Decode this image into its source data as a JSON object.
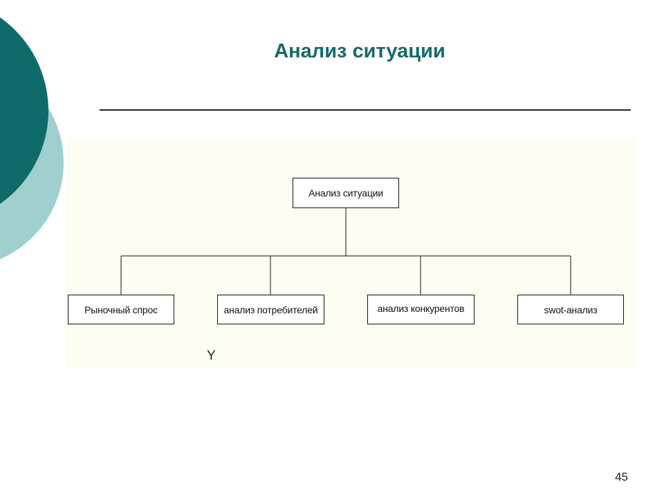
{
  "slide": {
    "title": "Анализ ситуации",
    "page_number": "45"
  },
  "diagram": {
    "root": {
      "label": "Анализ ситуации"
    },
    "children": [
      {
        "label": "Рыночный спрос"
      },
      {
        "label": "анализ потребителей"
      },
      {
        "label": "анализ конкурентов"
      },
      {
        "label": "swot-анализ"
      }
    ],
    "stray_mark": "Y"
  },
  "colors": {
    "title": "#166a6a",
    "deco_dark": "#0f6b6a",
    "deco_light": "#9fcfcf",
    "panel_background": "#fefdf1"
  }
}
